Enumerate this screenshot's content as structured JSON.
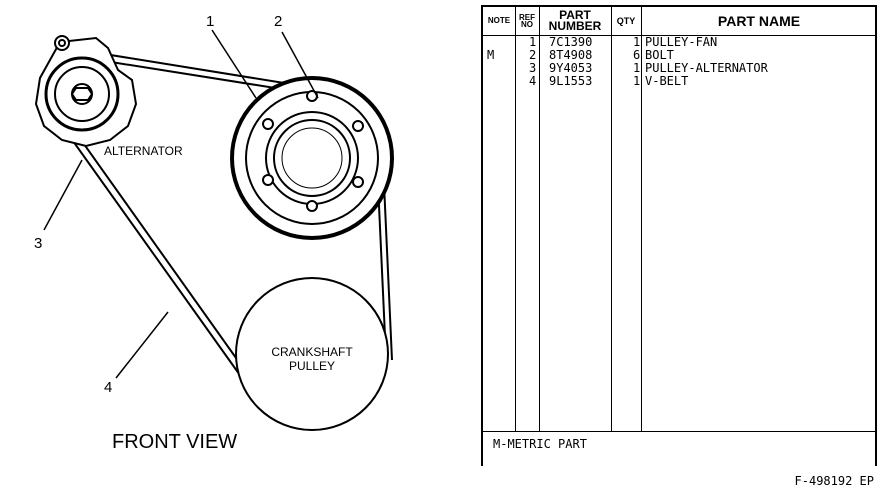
{
  "diagram": {
    "view_title": "FRONT VIEW",
    "alternator_label": "ALTERNATOR",
    "crankshaft_label_line1": "CRANKSHAFT",
    "crankshaft_label_line2": "PULLEY",
    "callouts": [
      "1",
      "2",
      "3",
      "4"
    ]
  },
  "table": {
    "headers": {
      "note": "NOTE",
      "ref_line1": "REF",
      "ref_line2": "NO",
      "part_line1": "PART",
      "part_line2": "NUMBER",
      "qty": "QTY",
      "name": "PART NAME"
    },
    "rows": [
      {
        "note": "",
        "ref": "1",
        "part_number": "7C1390",
        "qty": "1",
        "name": "PULLEY-FAN"
      },
      {
        "note": "M",
        "ref": "2",
        "part_number": "8T4908",
        "qty": "6",
        "name": "BOLT"
      },
      {
        "note": "",
        "ref": "3",
        "part_number": "9Y4053",
        "qty": "1",
        "name": "PULLEY-ALTERNATOR"
      },
      {
        "note": "",
        "ref": "4",
        "part_number": "9L1553",
        "qty": "1",
        "name": "V-BELT"
      }
    ],
    "footnote": "M-METRIC PART",
    "doc_id": "F-498192 EP"
  }
}
